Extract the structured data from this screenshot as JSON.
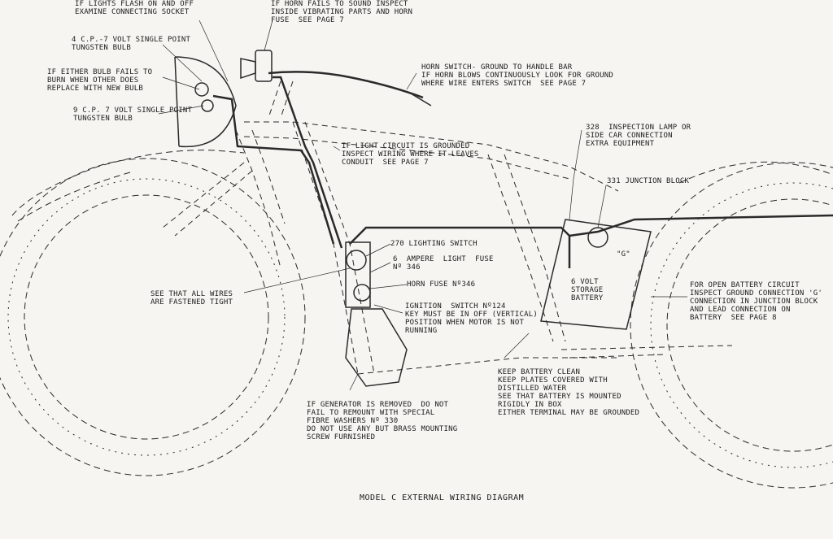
{
  "title": "MODEL C EXTERNAL WIRING DIAGRAM",
  "labels": {
    "lights_flash": "IF LIGHTS FLASH ON AND OFF\nEXAMINE CONNECTING SOCKET",
    "horn_fails": "IF HORN FAILS TO SOUND INSPECT\nINSIDE VIBRATING PARTS AND HORN\nFUSE  SEE PAGE 7",
    "bulb_4cp": "4 C.P.-7 VOLT SINGLE POINT\nTUNGSTEN BULB",
    "bulb_fails": "IF EITHER BULB FAILS TO\nBURN WHEN OTHER DOES\nREPLACE WITH NEW BULB",
    "bulb_9cp": "9 C.P. 7 VOLT SINGLE POINT\nTUNGSTEN BULB",
    "horn_switch": "HORN SWITCH- GROUND TO HANDLE BAR\nIF HORN BLOWS CONTINUOUSLY LOOK FOR GROUND\nWHERE WIRE ENTERS SWITCH  SEE PAGE 7",
    "light_grounded": "IF LIGHT CIRCUIT IS GROUNDED\nINSPECT WIRING WHERE IT LEAVES\nCONDUIT  SEE PAGE 7",
    "inspection_lamp": "328  INSPECTION LAMP OR\nSIDE CAR CONNECTION\nEXTRA EQUIPMENT",
    "junction_block": "331 JUNCTION BLOCK",
    "lighting_switch": "270 LIGHTING SWITCH",
    "light_fuse": "6  AMPERE  LIGHT  FUSE\nNº 346",
    "horn_fuse": "HORN FUSE Nº346",
    "wires_fastened": "SEE THAT ALL WIRES\nARE FASTENED TIGHT",
    "ignition_switch": "IGNITION  SWITCH Nº124\nKEY MUST BE IN OFF (VERTICAL)\nPOSITION WHEN MOTOR IS NOT\nRUNNING",
    "storage_battery": "6 VOLT\nSTORAGE\nBATTERY",
    "ground_g": "\"G\"",
    "open_battery": "FOR OPEN BATTERY CIRCUIT\nINSPECT GROUND CONNECTION 'G'\nCONNECTION IN JUNCTION BLOCK\nAND LEAD CONNECTION ON\nBATTERY  SEE PAGE 8",
    "battery_clean": "KEEP BATTERY CLEAN\nKEEP PLATES COVERED WITH\nDISTILLED WATER\nSEE THAT BATTERY IS MOUNTED\nRIGIDLY IN BOX\nEITHER TERMINAL MAY BE GROUNDED",
    "generator": "IF GENERATOR IS REMOVED  DO NOT\nFAIL TO REMOUNT WITH SPECIAL\nFIBRE WASHERS Nº 330\nDO NOT USE ANY BUT BRASS MOUNTING\nSCREW FURNISHED"
  },
  "colors": {
    "ink": "#1c1c1c",
    "paper": "#f6f5f1"
  }
}
